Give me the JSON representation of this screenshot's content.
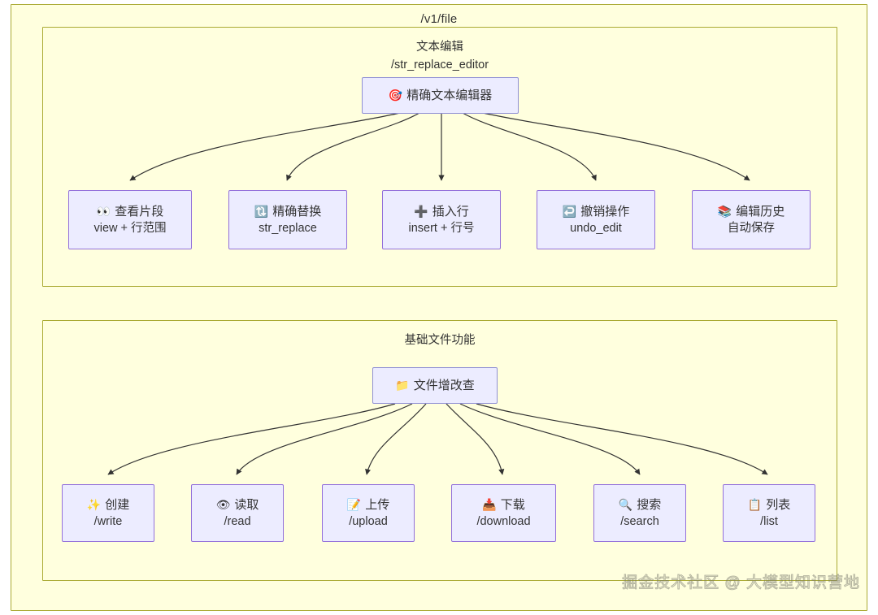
{
  "diagram": {
    "title": "/v1/file",
    "type": "flowchart",
    "background_color": "#ffffde",
    "subgraph_border_color": "#aaaa33",
    "node_fill_color": "#ececff",
    "node_border_color": "#9370db",
    "edge_color": "#333333",
    "text_color": "#333333"
  },
  "subgraphs": [
    {
      "id": "text-editing",
      "label_line1": "文本编辑",
      "label_line2": "/str_replace_editor",
      "root": {
        "id": "precise-text-editor",
        "icon": "🎯",
        "icon_name": "target-icon",
        "line1": "精确文本编辑器",
        "line2": ""
      },
      "children": [
        {
          "id": "view-segment",
          "icon": "👀",
          "icon_name": "eyes-icon",
          "line1": "查看片段",
          "line2": "view + 行范围"
        },
        {
          "id": "str-replace",
          "icon": "🔃",
          "icon_name": "refresh-icon",
          "line1": "精确替换",
          "line2": "str_replace"
        },
        {
          "id": "insert-line",
          "icon": "➕",
          "icon_name": "plus-icon",
          "line1": "插入行",
          "line2": "insert + 行号"
        },
        {
          "id": "undo-edit",
          "icon": "↩️",
          "icon_name": "undo-arrow-icon",
          "line1": "撤销操作",
          "line2": "undo_edit"
        },
        {
          "id": "edit-history",
          "icon": "📚",
          "icon_name": "books-icon",
          "line1": "编辑历史",
          "line2": "自动保存"
        }
      ]
    },
    {
      "id": "basic-file",
      "label_line1": "基础文件功能",
      "label_line2": "",
      "root": {
        "id": "file-crud",
        "icon": "📁",
        "icon_name": "folder-icon",
        "line1": "文件增改查",
        "line2": ""
      },
      "children": [
        {
          "id": "create",
          "icon": "✨",
          "icon_name": "sparkles-icon",
          "line1": "创建",
          "line2": "/write"
        },
        {
          "id": "read",
          "icon": "👁",
          "icon_name": "eye-icon",
          "line1": "读取",
          "line2": "/read"
        },
        {
          "id": "upload",
          "icon": "📝",
          "icon_name": "memo-icon",
          "line1": "上传",
          "line2": "/upload"
        },
        {
          "id": "download",
          "icon": "📥",
          "icon_name": "inbox-tray-icon",
          "line1": "下载",
          "line2": "/download"
        },
        {
          "id": "search",
          "icon": "🔍",
          "icon_name": "magnifier-icon",
          "line1": "搜索",
          "line2": "/search"
        },
        {
          "id": "list",
          "icon": "📋",
          "icon_name": "clipboard-icon",
          "line1": "列表",
          "line2": "/list"
        }
      ]
    }
  ],
  "watermark": {
    "text": "掘金技术社区 @ 大模型知识营地"
  }
}
